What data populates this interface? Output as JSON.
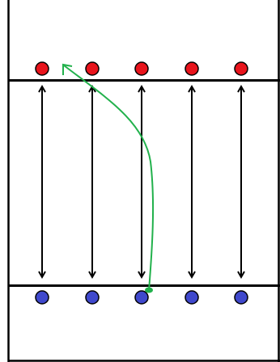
{
  "diagram": {
    "background": "#ffffff",
    "frame_color": "#000000",
    "lane_line_color": "#000000",
    "arrow_color": "#000000",
    "path_color": "#22b14c",
    "markers": {
      "top_row": {
        "count": 5,
        "fill": "#e8141c",
        "stroke": "#000000"
      },
      "bottom_row": {
        "count": 5,
        "fill": "#3f48cc",
        "stroke": "#000000"
      }
    },
    "lanes": {
      "count": 5,
      "arrow_style": "double-headed"
    },
    "path": {
      "start": "bottom-row-marker-3",
      "end": "top-row-marker-2",
      "arrowhead": "end"
    }
  }
}
